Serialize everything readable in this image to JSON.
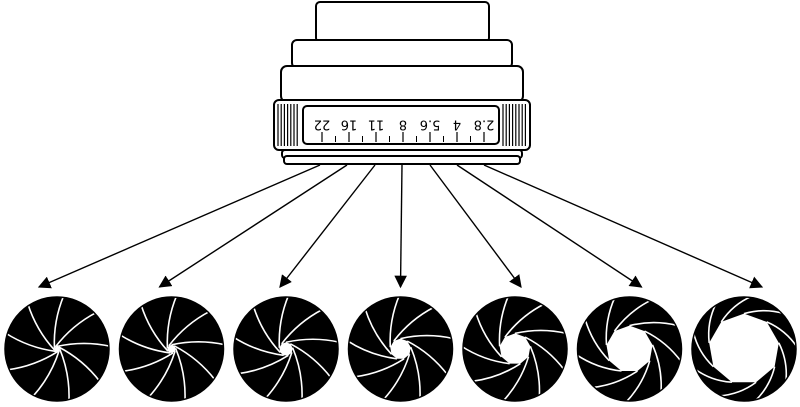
{
  "lens": {
    "f_stops": [
      "2.8",
      "4",
      "5.6",
      "8",
      "11",
      "16",
      "22"
    ],
    "scale_inverted": true
  },
  "apertures": {
    "count": 7,
    "blades": 9,
    "opening_fraction": [
      0.05,
      0.08,
      0.13,
      0.2,
      0.3,
      0.45,
      0.68
    ],
    "order_left_to_right": [
      "22",
      "16",
      "11",
      "8",
      "5.6",
      "4",
      "2.8"
    ]
  },
  "colors": {
    "ink": "#000000",
    "background": "#ffffff"
  }
}
